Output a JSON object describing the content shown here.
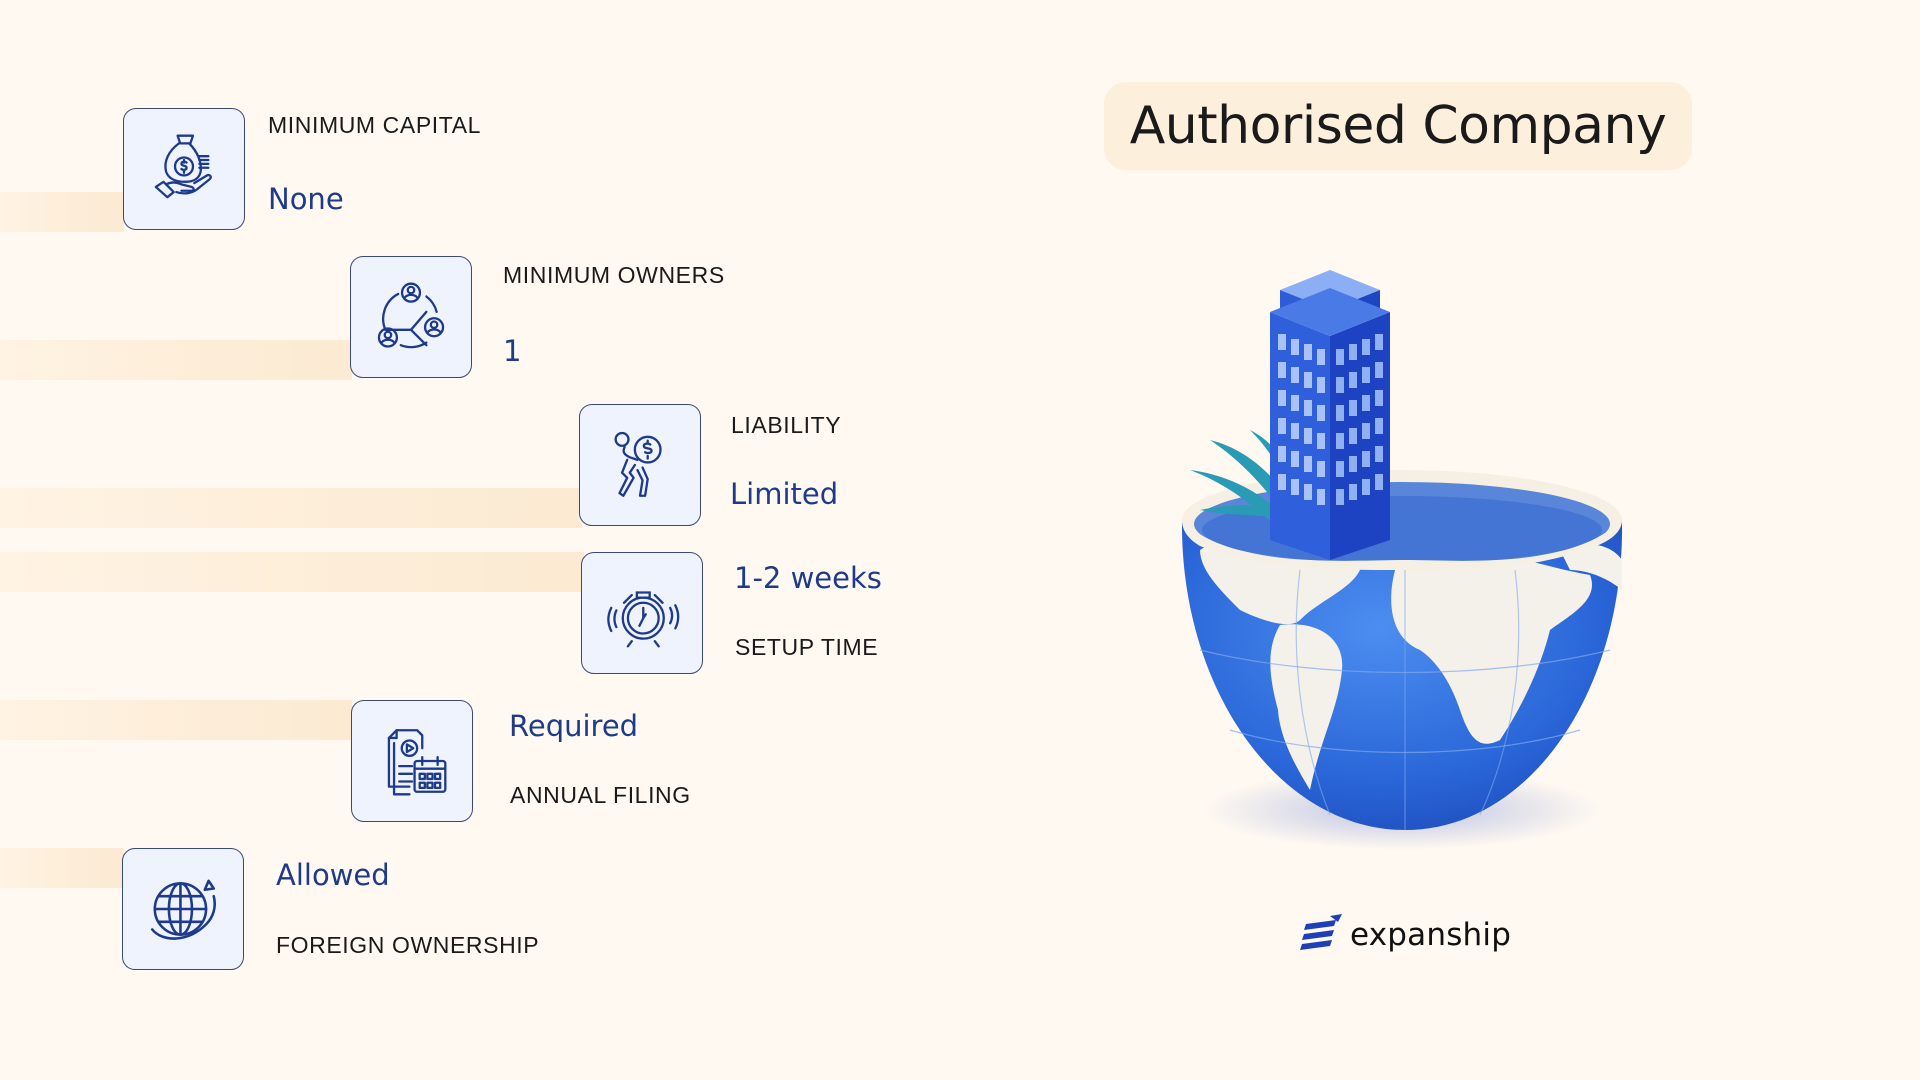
{
  "title": "Authorised Company",
  "colors": {
    "background": "#FFF9F1",
    "stripe": "#FDEDD8",
    "icon_box_bg": "#EEF3FD",
    "icon_stroke": "#1E3A8A",
    "value_text": "#1E3A8A",
    "label_text": "#1A1A1A",
    "title_pill": "#FCEFDC"
  },
  "features": [
    {
      "label": "MINIMUM CAPITAL",
      "value": "None",
      "icon": "money-bag-hand-icon"
    },
    {
      "label": "MINIMUM OWNERS",
      "value": "1",
      "icon": "owners-network-icon"
    },
    {
      "label": "LIABILITY",
      "value": "Limited",
      "icon": "person-carrying-coin-icon"
    },
    {
      "label": "SETUP TIME",
      "value": "1-2 weeks",
      "icon": "alarm-clock-icon"
    },
    {
      "label": "ANNUAL FILING",
      "value": "Required",
      "icon": "document-calendar-icon"
    },
    {
      "label": "FOREIGN OWNERSHIP",
      "value": "Allowed",
      "icon": "globe-arrow-icon"
    }
  ],
  "illustration": {
    "description": "globe-bowl-with-office-building",
    "icon": "globe-building-illustration"
  },
  "brand": {
    "name": "expanship",
    "icon": "expanship-logo-icon"
  }
}
